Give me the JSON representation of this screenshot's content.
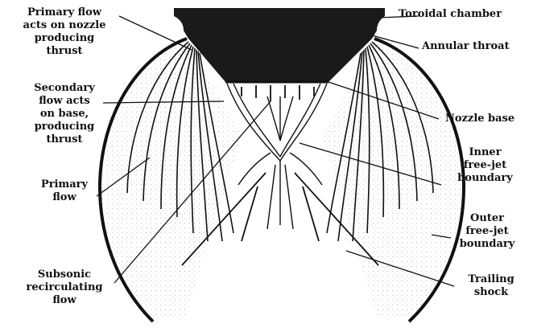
{
  "labels": {
    "toroidal_chamber": "Toroidal chamber",
    "annular_throat": "Annular throat",
    "nozzle_base": "Nozzle base",
    "inner_boundary": "Inner\nfree-jet\nboundary",
    "outer_boundary": "Outer\nfree-jet\nboundary",
    "trailing_shock": "Trailing\nshock",
    "primary_on_nozzle": "Primary flow\nacts on nozzle\nproducing\nthrust",
    "secondary_on_base": "Secondary\nflow acts\non base,\nproducing\nthrust",
    "primary_flow": "Primary\nflow",
    "subsonic": "Subsonic\nrecirculating\nflow"
  },
  "colors": {
    "ink": "#111111",
    "fill": "#1a1a1a",
    "paper": "#ffffff",
    "shade": "#c8c8c8"
  }
}
